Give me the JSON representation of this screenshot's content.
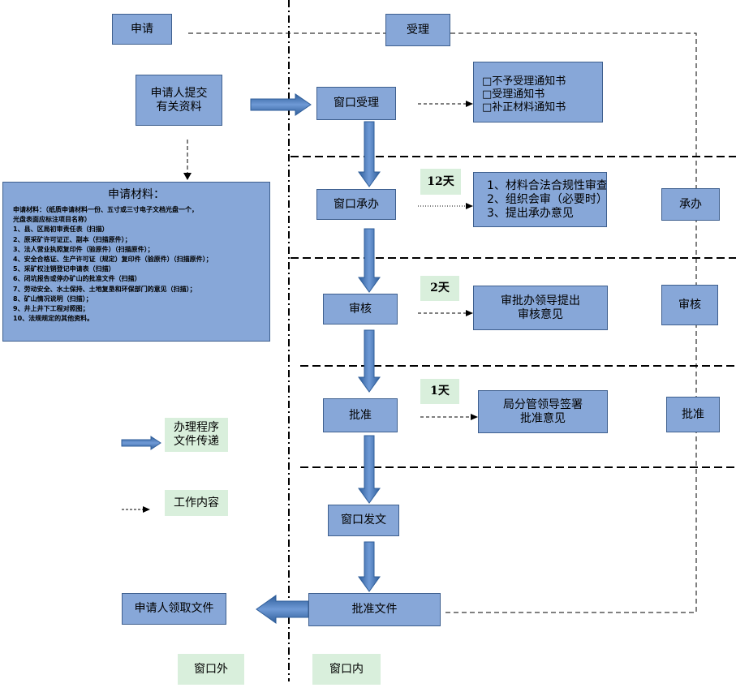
{
  "headers": {
    "apply": "申请",
    "accept": "受理"
  },
  "nodes": {
    "submit": "申请人提交\n有关资料",
    "window_accept": "窗口受理",
    "window_handle": "窗口承办",
    "review": "审核",
    "approve": "批准",
    "window_issue": "窗口发文",
    "approval_doc": "批准文件",
    "applicant_receive": "申请人领取文件"
  },
  "notices": [
    "□不予受理通知书",
    "□受理通知书",
    "□补正材料通知书"
  ],
  "handle_tasks": [
    "1、材料合法合规性审查",
    "2、组织会审（必要时）",
    "3、提出承办意见"
  ],
  "review_task": "审批办领导提出\n审核意见",
  "approve_task": "局分管领导签署\n批准意见",
  "days": {
    "handle": "12天",
    "review": "2天",
    "approve": "1天"
  },
  "side": {
    "handle": "承办",
    "review": "审核",
    "approve": "批准"
  },
  "materials": {
    "title": "申请材料：",
    "items": [
      "申请材料：（纸质申请材料一份、五寸或三寸电子文档光盘一个，",
      "光盘表面应标注项目名称）",
      "1、县、区局初审责任表（扫描）",
      "2、原采矿许可证正、副本（扫描原件）；",
      "3、法人营业执照复印件（验原件）（扫描原件）；",
      "4、安全合格证、生产许可证（规定）复印件（验原件）（扫描原件）；",
      "5、采矿权注销登记申请表（扫描）",
      "6、闭坑报告或停办矿山的批准文件（扫描）",
      "7、劳动安全、水土保持、土地复垦和环保部门的意见（扫描）；",
      "8、矿山情况说明（扫描）；",
      "9、井上井下工程对照图；",
      "10、法规规定的其他资料。"
    ]
  },
  "legend": {
    "program": "办理程序\n文件传递",
    "work": "工作内容"
  },
  "footer": {
    "outside": "窗口外",
    "inside": "窗口内"
  },
  "colors": {
    "box_fill": "#87a7d8",
    "box_border": "#3e5f8e",
    "arrow_fill": "#4f81bd",
    "label_fill": "#d9efdc"
  }
}
